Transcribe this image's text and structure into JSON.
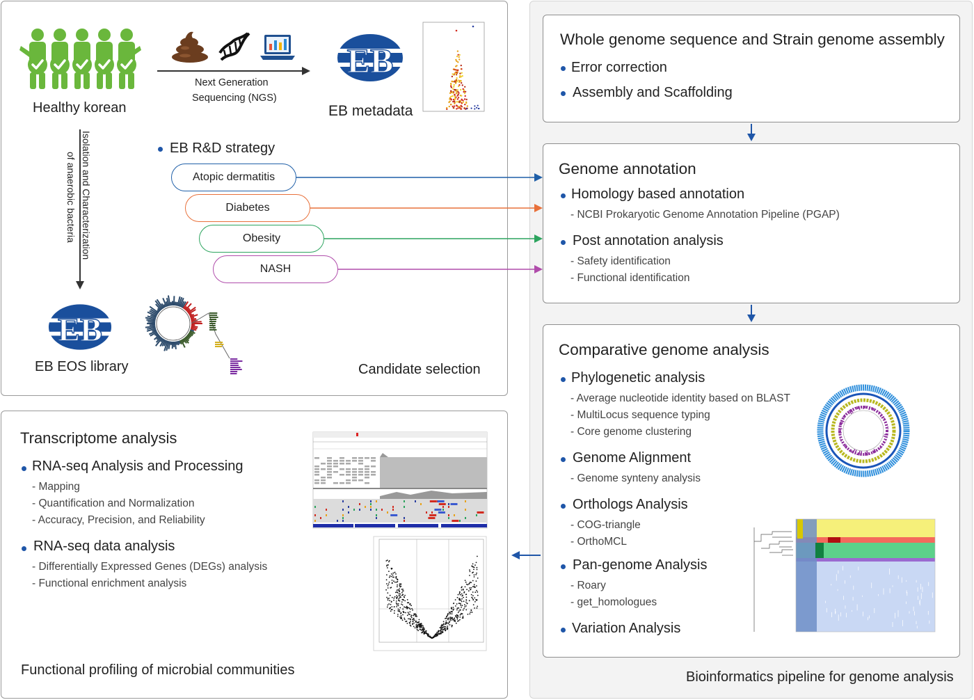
{
  "candidate": {
    "healthy": "Healthy korean",
    "ngs_line1": "Next Generation",
    "ngs_line2": "Sequencing (NGS)",
    "metadata": "EB metadata",
    "isolation_line1": "Isolation and Characterization",
    "isolation_line2": "of anaerobic bacteria",
    "eos_library": "EB EOS library",
    "strategy": "EB R&D strategy",
    "diseases": [
      {
        "label": "Atopic dermatitis",
        "color": "#1f5fa8"
      },
      {
        "label": "Diabetes",
        "color": "#e8703a"
      },
      {
        "label": "Obesity",
        "color": "#2ca45e"
      },
      {
        "label": "NASH",
        "color": "#b04cab"
      }
    ],
    "caption": "Candidate selection"
  },
  "transcriptome": {
    "title": "Transcriptome analysis",
    "s1": "RNA-seq Analysis and Processing",
    "s1_items": [
      "- Mapping",
      "- Quantification and Normalization",
      "- Accuracy, Precision, and Reliability"
    ],
    "s2": "RNA-seq data analysis",
    "s2_items": [
      "- Differentially Expressed Genes (DEGs) analysis",
      "- Functional enrichment analysis"
    ],
    "caption": "Functional profiling of microbial communities"
  },
  "pipeline": {
    "wgs_title": "Whole genome sequence and Strain genome assembly",
    "wgs_items": [
      "Error correction",
      "Assembly and Scaffolding"
    ],
    "annot_title": "Genome annotation",
    "annot_h1": "Homology based annotation",
    "annot_h1_items": [
      "- NCBI Prokaryotic Genome Annotation Pipeline (PGAP)"
    ],
    "annot_h2": "Post annotation analysis",
    "annot_h2_items": [
      "- Safety identification",
      "- Functional identification"
    ],
    "comp_title": "Comparative genome analysis",
    "phylo": "Phylogenetic analysis",
    "phylo_items": [
      "- Average nucleotide identity based on BLAST",
      "- MultiLocus sequence typing",
      "- Core genome clustering"
    ],
    "align": "Genome Alignment",
    "align_items": [
      "- Genome synteny analysis"
    ],
    "ortho": "Orthologs Analysis",
    "ortho_items": [
      "- COG-triangle",
      "- OrthoMCL"
    ],
    "pan": "Pan-genome Analysis",
    "pan_items": [
      "- Roary",
      "- get_homologues"
    ],
    "variation": "Variation Analysis",
    "caption": "Bioinformatics pipeline for genome analysis"
  },
  "colors": {
    "accent": "#1f56a8",
    "brown": "#6b3d1f",
    "logo_blue": "#1a4f9c"
  }
}
